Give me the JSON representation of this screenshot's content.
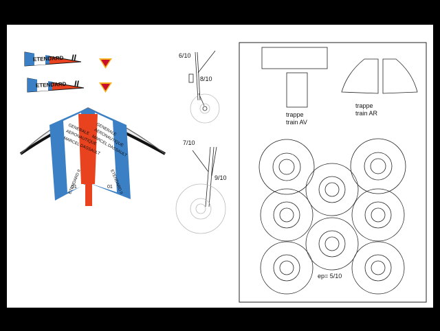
{
  "decals": {
    "name_text": "ETENDARD",
    "name_suffix": "II",
    "wing_text_line1": "GENERALE",
    "wing_text_line2": "AERONAUTIQUE",
    "wing_text_line3": "MARCEL DASSAULT",
    "serial_text": "ETENDARD II",
    "serial_number": "01"
  },
  "gear_labels": {
    "front_top": "6/10",
    "front_strut": "8/10",
    "main_top": "7/10",
    "main_strut": "9/10"
  },
  "doors": {
    "front_label_1": "trappe",
    "front_label_2": "train AV",
    "rear_label_1": "trappe",
    "rear_label_2": "train AR"
  },
  "wheels": {
    "thickness": "ep= 5/10"
  },
  "colors": {
    "background": "#000000",
    "sheet": "#ffffff",
    "blue": "#3b7fc4",
    "red": "#e8421e",
    "dark_red": "#c8102e",
    "yellow": "#f5b21c",
    "line": "#222222"
  }
}
